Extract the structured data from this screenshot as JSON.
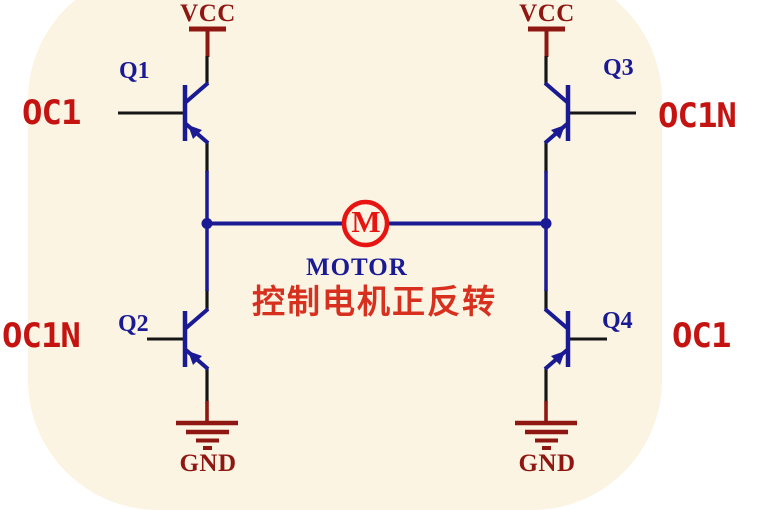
{
  "schematic": {
    "power": {
      "vcc_left": "VCC",
      "vcc_right": "VCC",
      "gnd_left": "GND",
      "gnd_right": "GND"
    },
    "transistors": {
      "q1": "Q1",
      "q2": "Q2",
      "q3": "Q3",
      "q4": "Q4"
    },
    "nets": {
      "oc1_left": "OC1",
      "oc1n_left": "OC1N",
      "oc1n_right": "OC1N",
      "oc1_right": "OC1"
    },
    "motor": {
      "symbol_letter": "M",
      "label": "MOTOR"
    },
    "caption": "控制电机正反转",
    "colors": {
      "background_cream": "#fbf4e3",
      "page_white": "#ffffff",
      "symbol_navy": "#1a1a94",
      "wire_black": "#161616",
      "power_dark_red": "#8e1712",
      "net_label_red": "#c41310",
      "motor_red": "#e81412",
      "caption_red": "#d7301f"
    }
  }
}
